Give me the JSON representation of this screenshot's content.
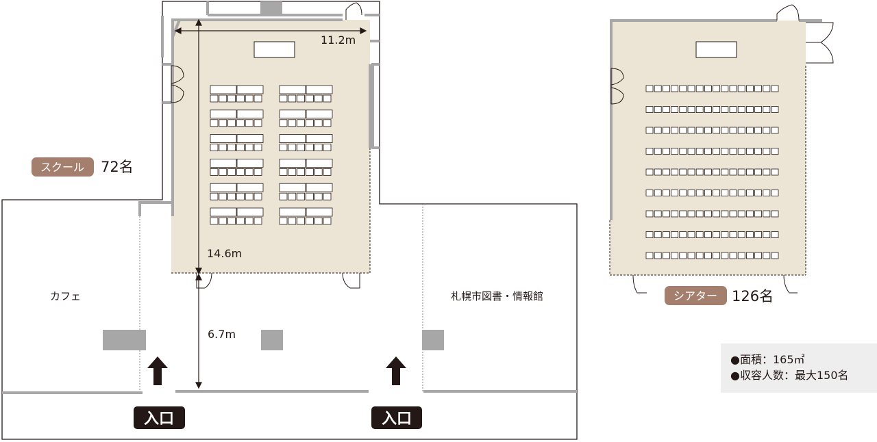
{
  "labels": {
    "width_dim": "11.2m",
    "height_dim": "14.6m",
    "corridor_dim": "6.7m",
    "cafe": "カフェ",
    "library": "札幌市図書・情報館"
  },
  "school": {
    "badge": "スクール",
    "capacity": "72名"
  },
  "theater": {
    "badge": "シアター",
    "capacity": "126名"
  },
  "entrances": [
    "入口",
    "入口"
  ],
  "info": {
    "area": "●面積：165㎡",
    "capacity": "●収容人数：最大150名"
  },
  "layout_counts": {
    "school_desk_rows": 6,
    "school_desk_columns": 2,
    "theater_rows": 9,
    "theater_seats_per_row": 16
  },
  "colors": {
    "room_fill": "#ece4d4",
    "wall": "#a7a7a8",
    "line": "#231815",
    "badge": "#a57f6e",
    "entrance_bg": "#231815",
    "info_bg": "#eeeeee"
  }
}
